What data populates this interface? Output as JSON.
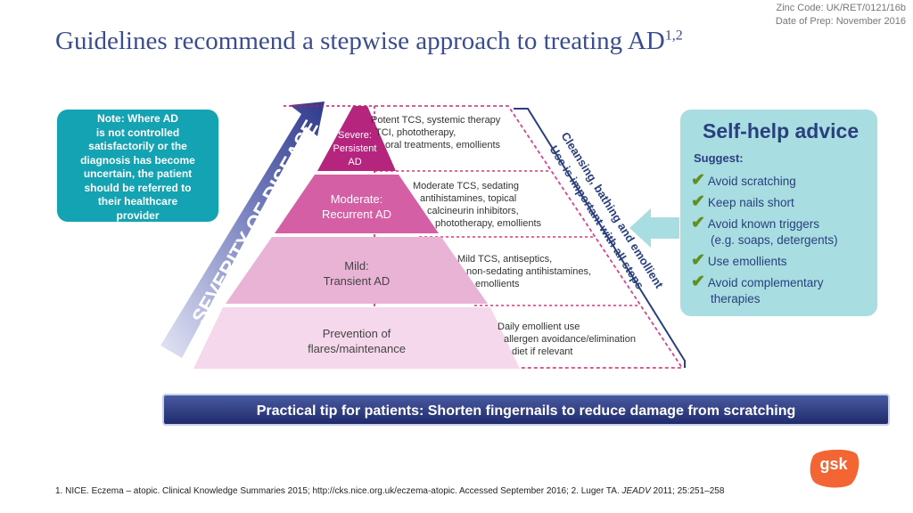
{
  "header": {
    "zinc_code": "Zinc Code:  UK/RET/0121/16b",
    "date_of_prep": "Date of Prep: November 2016",
    "title": "Guidelines recommend a stepwise approach to treating AD",
    "title_superscript": "1,2"
  },
  "note": {
    "lines": [
      "Note: Where AD",
      "is not controlled",
      "satisfactorily or the",
      "diagnosis has become",
      "uncertain, the patient",
      "should be referred to",
      "their healthcare",
      "provider"
    ]
  },
  "severity_arrow": {
    "label": "SEVERITY OF DISEASE"
  },
  "pyramid": {
    "tiers": [
      {
        "label_lines": [
          "Severe:",
          "Persistent",
          "AD"
        ],
        "desc_lines": [
          "Potent TCS, systemic therapy",
          "TCI, phototherapy,",
          "oral treatments, emollients"
        ],
        "color": "#b5247d"
      },
      {
        "label_lines": [
          "Moderate:",
          "Recurrent AD"
        ],
        "desc_lines": [
          "Moderate TCS, sedating",
          "antihistamines, topical",
          "calcineurin inhibitors,",
          "phototherapy, emollients"
        ],
        "color": "#d45fa5"
      },
      {
        "label_lines": [
          "Mild:",
          "Transient AD"
        ],
        "desc_lines": [
          "Mild TCS, antiseptics,",
          "non-sedating antihistamines,",
          "emollients"
        ],
        "color": "#e9b3d5"
      },
      {
        "label_lines": [
          "Prevention of",
          "flares/maintenance"
        ],
        "desc_lines": [
          "Daily emollient use",
          "allergen avoidance/elimination",
          "diet if relevant"
        ],
        "color": "#f5d8eb"
      }
    ]
  },
  "side_note": {
    "line1": "Cleansing, bathing and emollient",
    "line2": "Use is important with all steps"
  },
  "self_help": {
    "title": "Self-help advice",
    "suggest_label": "Suggest:",
    "check_icon": "checkmark-icon",
    "items": [
      {
        "lines": [
          "Avoid scratching"
        ]
      },
      {
        "lines": [
          "Keep nails short"
        ]
      },
      {
        "lines": [
          "Avoid known triggers",
          "(e.g. soaps, detergents)"
        ]
      },
      {
        "lines": [
          "Use emollients"
        ]
      },
      {
        "lines": [
          "Avoid complementary",
          "therapies"
        ]
      }
    ]
  },
  "tip": {
    "text": "Practical tip for patients: Shorten fingernails to reduce damage from scratching"
  },
  "references": {
    "text_before": "1. NICE. Eczema – atopic. Clinical Knowledge Summaries 2015; http://cks.nice.org.uk/eczema-atopic. Accessed September 2016; 2. Luger TA. ",
    "journal": "JEADV",
    "text_after": " 2011; 25:251–258"
  },
  "logo": {
    "text": "gsk",
    "color": "#f36633"
  },
  "colors": {
    "title": "#3a4d8f",
    "note_bg": "#13a3b2",
    "self_help_bg": "#a8dde1",
    "dashed_border": "#c2185b",
    "side_border": "#2a3f7d"
  }
}
